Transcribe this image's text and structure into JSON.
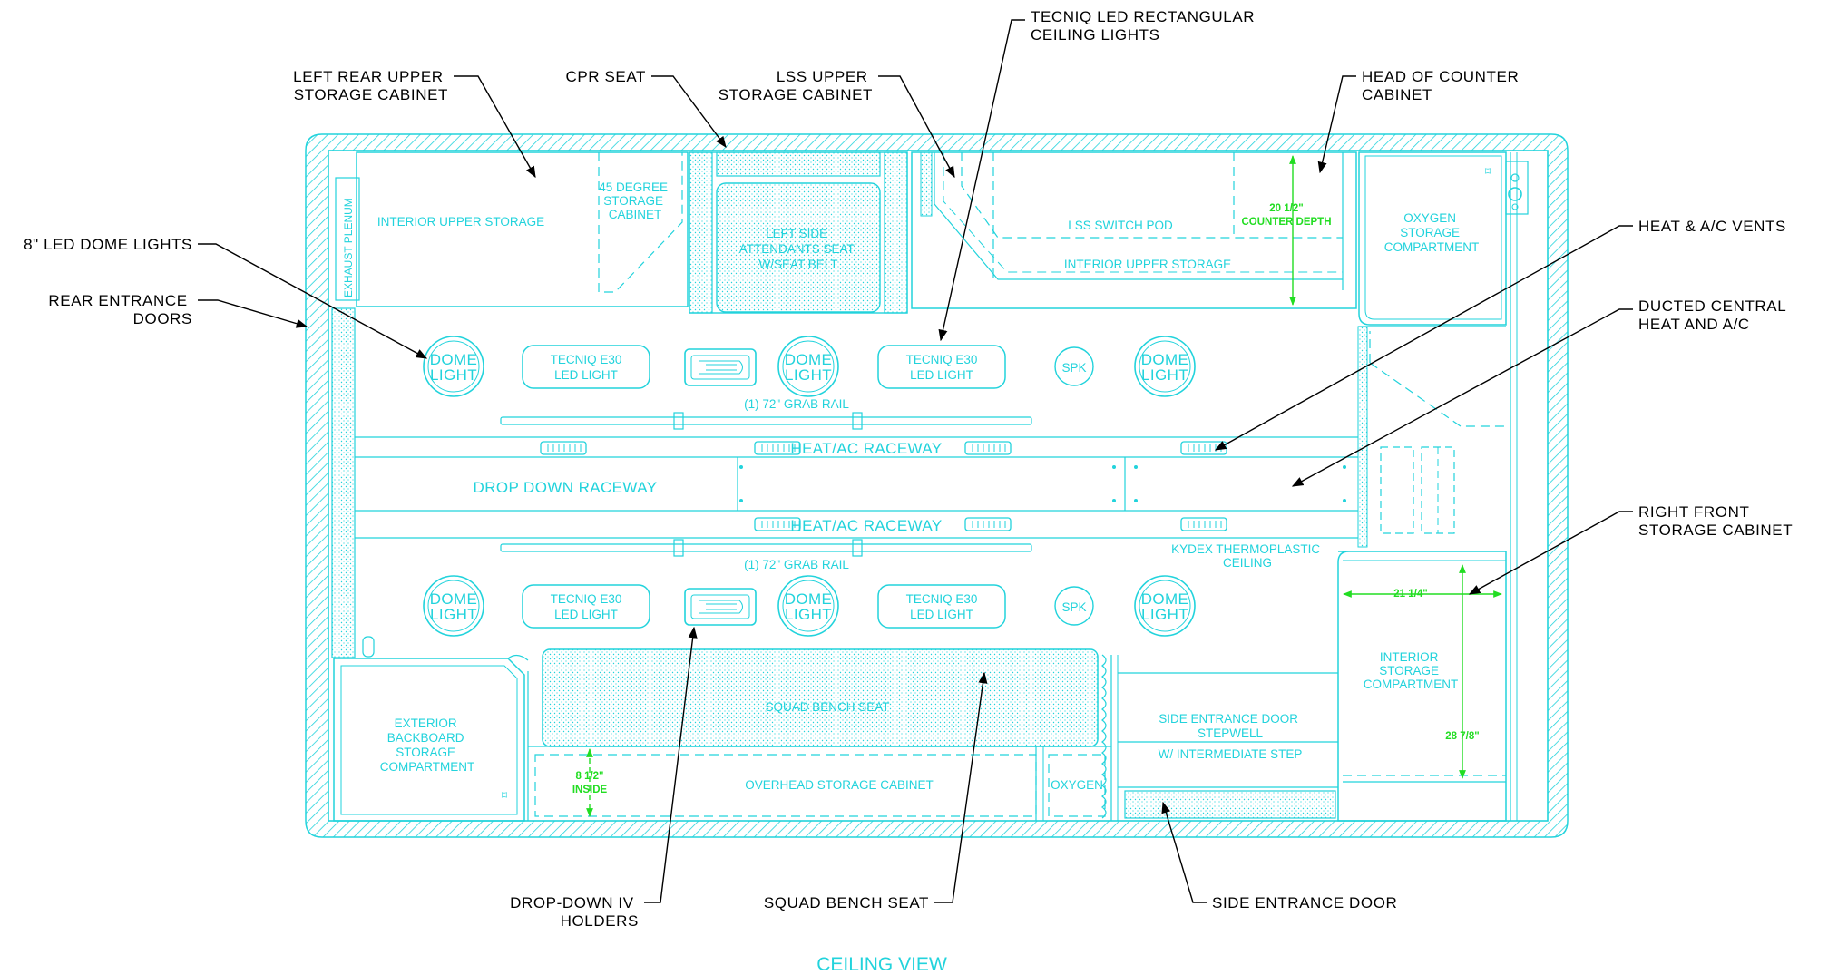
{
  "callouts": {
    "left_rear_upper": [
      "LEFT REAR UPPER",
      "STORAGE CABINET"
    ],
    "cpr_seat": "CPR SEAT",
    "lss_upper": [
      "LSS UPPER",
      "STORAGE CABINET"
    ],
    "tecniq_ceiling": [
      "TECNIQ LED RECTANGULAR",
      "CEILING LIGHTS"
    ],
    "head_of_counter": [
      "HEAD OF COUNTER",
      "CABINET"
    ],
    "dome_lights": "8\" LED DOME LIGHTS",
    "rear_entrance": [
      "REAR ENTRANCE",
      "DOORS"
    ],
    "heat_ac_vents": "HEAT & A/C VENTS",
    "ducted_central": [
      "DUCTED CENTRAL",
      "HEAT AND A/C"
    ],
    "right_front": [
      "RIGHT FRONT",
      "STORAGE CABINET"
    ],
    "drop_down_iv": [
      "DROP-DOWN IV",
      "HOLDERS"
    ],
    "squad_bench": "SQUAD BENCH SEAT",
    "side_entrance_door": "SIDE ENTRANCE DOOR"
  },
  "labels": {
    "exhaust_plenum": "EXHAUST PLENUM",
    "interior_upper_storage_left": "INTERIOR UPPER STORAGE",
    "deg45_cabinet": [
      "45 DEGREE",
      "STORAGE",
      "CABINET"
    ],
    "left_side_seat": [
      "LEFT SIDE",
      "ATTENDANTS SEAT",
      "W/SEAT BELT"
    ],
    "lss_switch_pod": "LSS SWITCH POD",
    "interior_upper_storage_right": "INTERIOR UPPER STORAGE",
    "counter_depth_value": "20 1/2\"",
    "counter_depth_label": "COUNTER DEPTH",
    "oxygen_storage": [
      "OXYGEN",
      "STORAGE",
      "COMPARTMENT"
    ],
    "dome_light": [
      "DOME",
      "LIGHT"
    ],
    "tecniq_light": [
      "TECNIQ E30",
      "LED LIGHT"
    ],
    "spk": "SPK",
    "grab_rail": "(1) 72\" GRAB RAIL",
    "heat_ac_raceway": "HEAT/AC RACEWAY",
    "drop_down_raceway": "DROP DOWN RACEWAY",
    "kydex": [
      "KYDEX THERMOPLASTIC",
      "CEILING"
    ],
    "right_front_width": "21 1/4\"",
    "interior_storage_compartment": [
      "INTERIOR",
      "STORAGE",
      "COMPARTMENT"
    ],
    "right_front_height": "28 7/8\"",
    "exterior_backboard": [
      "EXTERIOR",
      "BACKBOARD",
      "STORAGE",
      "COMPARTMENT"
    ],
    "squad_bench_seat": "SQUAD BENCH SEAT",
    "inside_depth_value": "8 1/2\"",
    "inside_depth_label": "INSIDE",
    "overhead_storage": "OVERHEAD STORAGE CABINET",
    "oxygen": "OXYGEN",
    "side_entrance_stepwell": [
      "SIDE ENTRANCE DOOR",
      "STEPWELL"
    ],
    "intermediate_step": "W/ INTERMEDIATE STEP"
  },
  "caption": "CEILING VIEW",
  "colors": {
    "line": "#22d3dc",
    "dimension": "#22dd22",
    "callout": "#000000",
    "background": "#ffffff"
  }
}
